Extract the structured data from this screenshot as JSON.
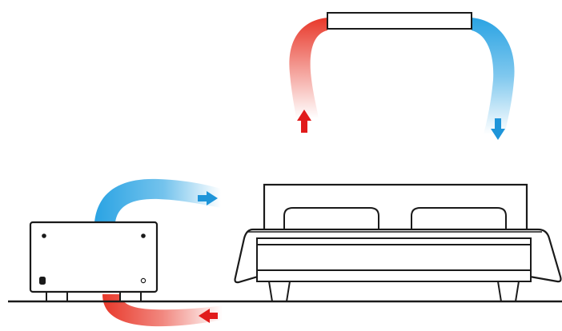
{
  "diagram": {
    "colors": {
      "warm_air": "#e8382a",
      "cool_air": "#2aa3e3",
      "warm_arrow": "#e11b1b",
      "cool_arrow": "#1e95d9",
      "outline": "#1a1a1a",
      "fill": "#ffffff"
    },
    "ceiling_unit": {
      "icon": "ceiling-ac-unit-icon",
      "intake": "warm",
      "outlet": "cool"
    },
    "floor_unit": {
      "icon": "floor-standing-unit-icon",
      "intake": "warm",
      "outlet": "cool"
    },
    "bed": {
      "icon": "double-bed-icon",
      "pillows": 2
    },
    "floor": {
      "icon": "floor-line"
    }
  }
}
